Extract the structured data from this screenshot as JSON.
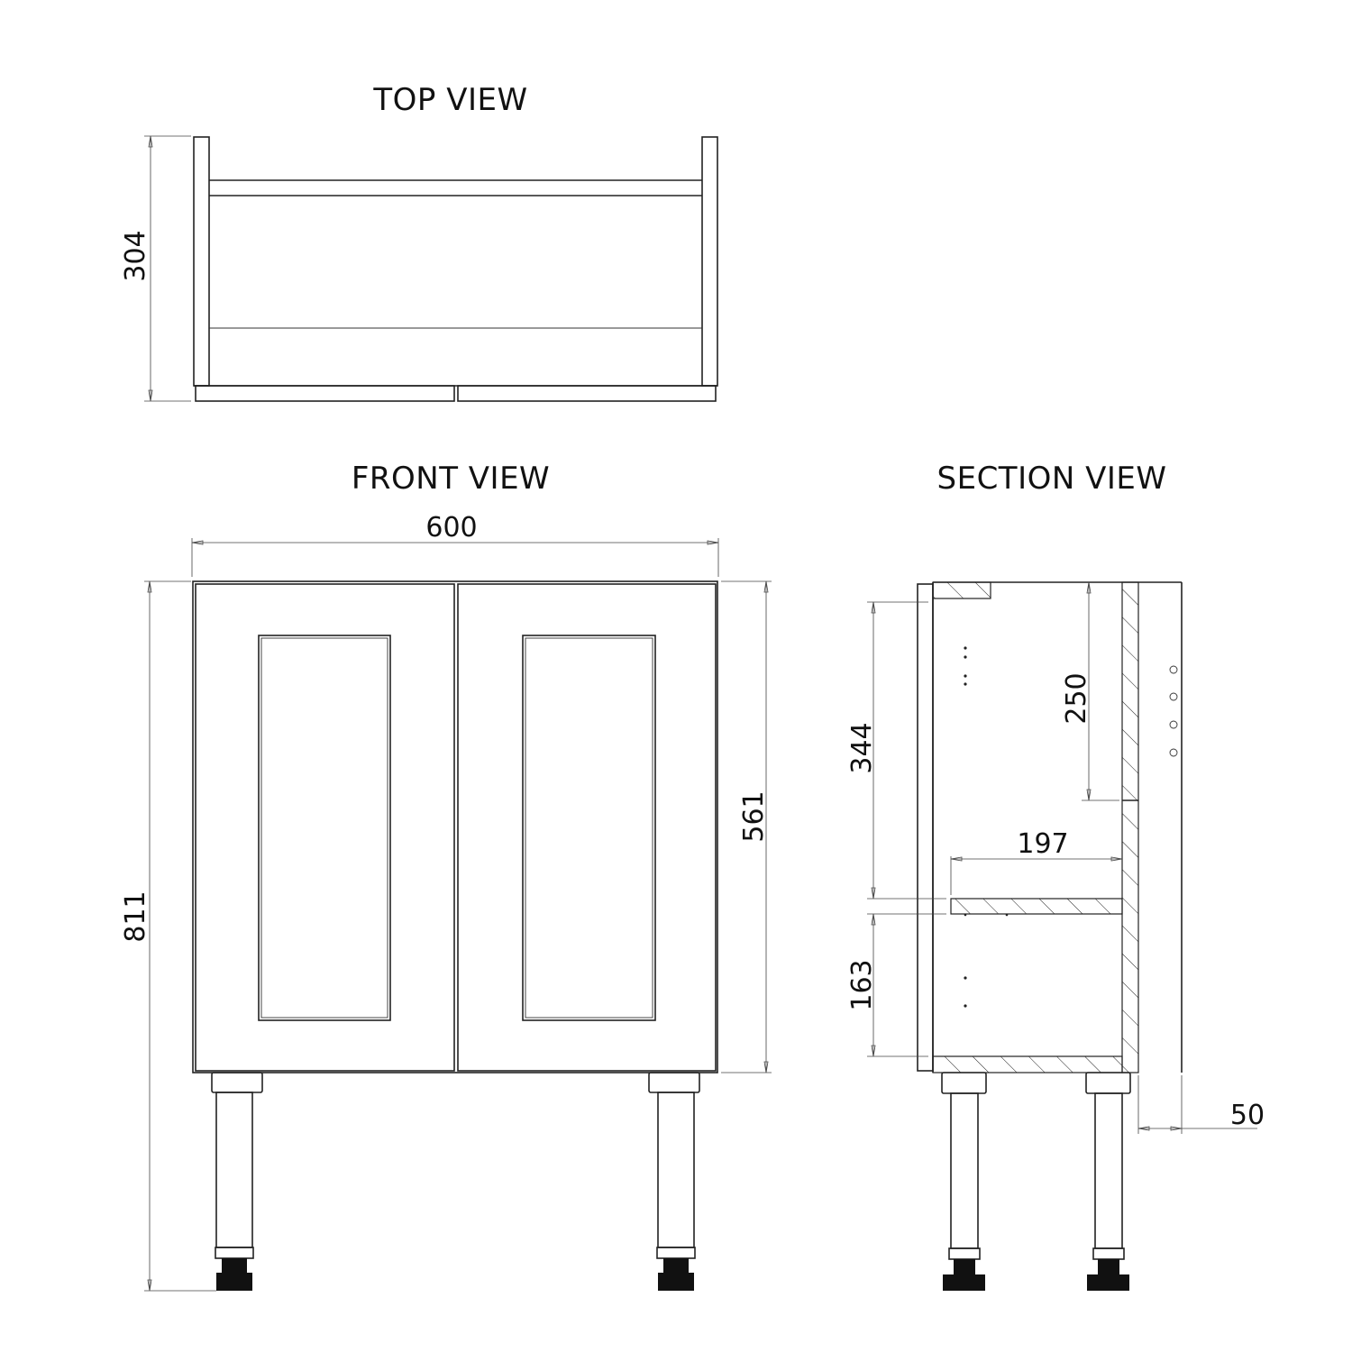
{
  "views": {
    "top": {
      "title": "TOP VIEW",
      "depth_dim": "304"
    },
    "front": {
      "title": "FRONT VIEW",
      "width_dim": "600",
      "total_height_dim": "811",
      "body_height_dim": "561"
    },
    "section": {
      "title": "SECTION VIEW",
      "upper_opening_dim": "344",
      "lower_opening_dim": "163",
      "top_to_divider_dim": "250",
      "shelf_depth_dim": "197",
      "back_gap_dim": "50"
    }
  },
  "colors": {
    "line": "#222222",
    "background": "#ffffff"
  }
}
